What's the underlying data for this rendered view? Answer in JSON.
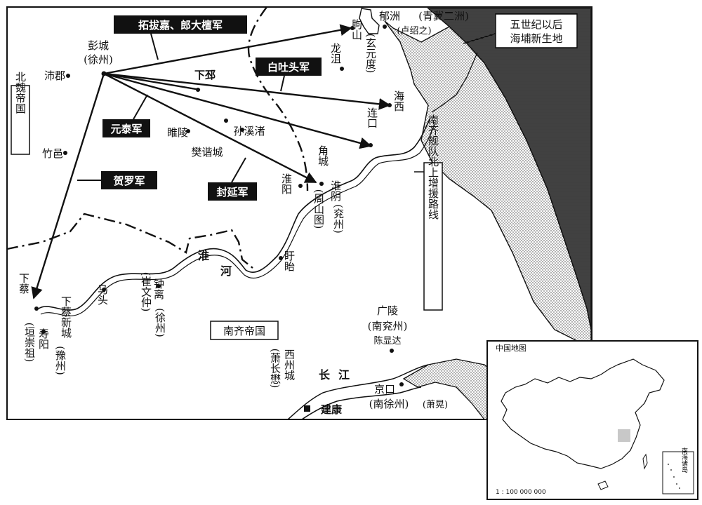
{
  "armies": {
    "tuoba": "拓拔嘉、郎大檀军",
    "baitutou": "白吐头军",
    "yuantai": "元泰军",
    "heluo": "贺罗军",
    "fengyan": "封延军"
  },
  "labels": {
    "beiwei": "北魏帝国",
    "nanqi": "南齐帝国",
    "newland_line1": "五世纪以后",
    "newland_line2": "海埔新生地",
    "navy_route": "南齐舰队北上增援路线"
  },
  "places": {
    "pengcheng": "彭城",
    "xuzhou": "(徐州)",
    "peijun": "沛郡",
    "zhuyi": "竹邑",
    "xiapi": "下邳",
    "suiling": "睢陵",
    "fanxiecheng": "樊谐城",
    "sunxizhu": "孙溪渚",
    "jiaocheng": "角城",
    "huaiyin_west": "淮阳",
    "huaiyin": "淮阴",
    "huaiyin_note": "(周山图)",
    "yanzhou": "(兖州)",
    "xuyi": "盱眙",
    "haixi": "海西",
    "liankou": "连口",
    "longju": "龙沮",
    "qushan": "朐山",
    "qushan_note": "(玄元度)",
    "yuzhou": "郁洲",
    "yuzhou_note": "(青冀二洲)",
    "yuzhou_person": "(卢绍之)",
    "xiacai": "下蔡",
    "matou": "马头",
    "xiacaixincheng": "下蔡新城",
    "shouyang": "寿阳",
    "shouyang_note": "(豫州)",
    "shouyang_person": "(垣崇祖)",
    "zhongli": "钟离",
    "zhongli_note": "(徐州)",
    "zhongli_person": "(崔文仲)",
    "guangling": "广陵",
    "guangling_note": "(南兖州)",
    "guangling_person": "陈显达",
    "xizhoucheng": "西州城",
    "xizhou_person": "(萧长懋)",
    "jiankang": "建康",
    "jingkou": "京口",
    "jingkou_note": "(南徐州)",
    "jingkou_person": "(萧晃)"
  },
  "rivers": {
    "huai1": "淮",
    "huai2": "河",
    "chang1": "长",
    "chang2": "江"
  },
  "inset": {
    "title": "中国地图",
    "scale": "1 : 100 000 000",
    "south_sea": "南海诸岛"
  }
}
